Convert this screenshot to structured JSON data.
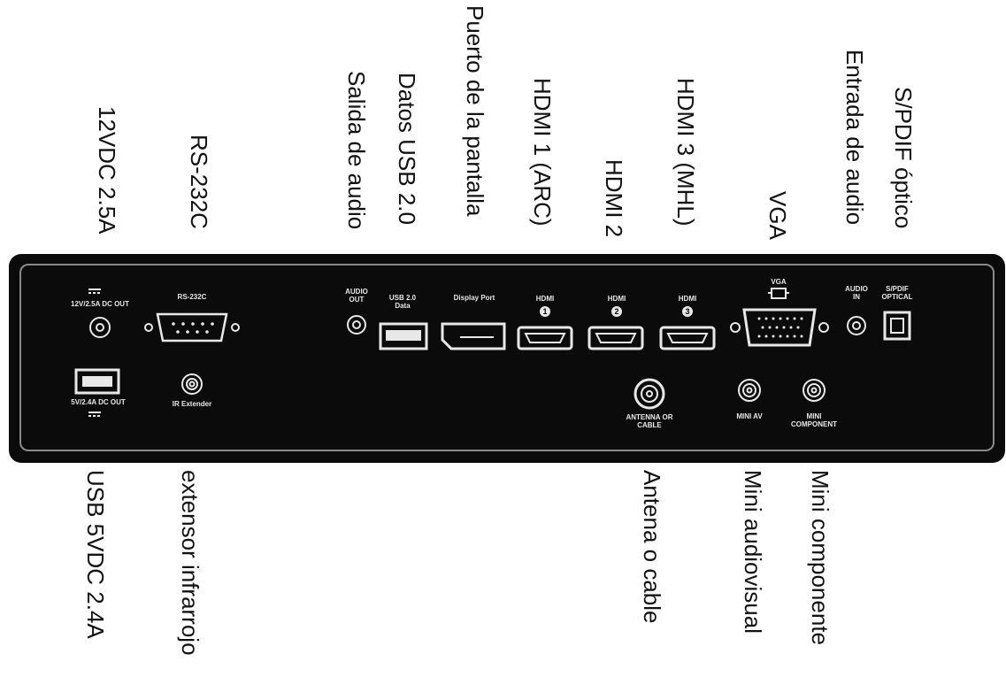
{
  "labels_top": [
    {
      "key": "dc_out",
      "text": "12VDC 2.5A"
    },
    {
      "key": "rs232",
      "text": "RS-232C"
    },
    {
      "key": "audio_out",
      "text": "Salida de audio"
    },
    {
      "key": "usb_data",
      "text": "Datos USB 2.0"
    },
    {
      "key": "display_port",
      "text": "Puerto de la pantalla"
    },
    {
      "key": "hdmi1",
      "text": "HDMI 1 (ARC)"
    },
    {
      "key": "hdmi2",
      "text": "HDMI 2"
    },
    {
      "key": "hdmi3",
      "text": "HDMI 3 (MHL)"
    },
    {
      "key": "vga",
      "text": "VGA"
    },
    {
      "key": "audio_in",
      "text": "Entrada de audio"
    },
    {
      "key": "spdif",
      "text": "S/PDIF óptico"
    }
  ],
  "labels_bottom": [
    {
      "key": "usb_power",
      "text": "USB 5VDC 2.4A"
    },
    {
      "key": "ir",
      "text": "extensor infrarrojo"
    },
    {
      "key": "antenna",
      "text": "Antena o cable"
    },
    {
      "key": "mini_av",
      "text": "Mini audiovisual"
    },
    {
      "key": "mini_component",
      "text": "Mini componente"
    }
  ],
  "panel_labels": {
    "dc_out": "12V/2.5A DC OUT",
    "rs232": "RS-232C",
    "audio_out": "AUDIO\nOUT",
    "usb_data": "USB 2.0\nData",
    "display_port": "Display Port",
    "hdmi1": "HDMI",
    "hdmi1_num": "1",
    "hdmi2": "HDMI",
    "hdmi2_num": "2",
    "hdmi3": "HDMI",
    "hdmi3_num": "3",
    "vga": "VGA",
    "audio_in": "AUDIO\nIN",
    "spdif": "S/PDIF\nOPTICAL",
    "usb_power": "5V/2.4A DC OUT",
    "ir": "IR Extender",
    "antenna": "ANTENNA OR\nCABLE",
    "mini_av": "MINI AV",
    "mini_component": "MINI\nCOMPONENT"
  },
  "colors": {
    "panel": "#0b0b0b",
    "port_line": "#e8e8e8",
    "text": "#111111"
  }
}
